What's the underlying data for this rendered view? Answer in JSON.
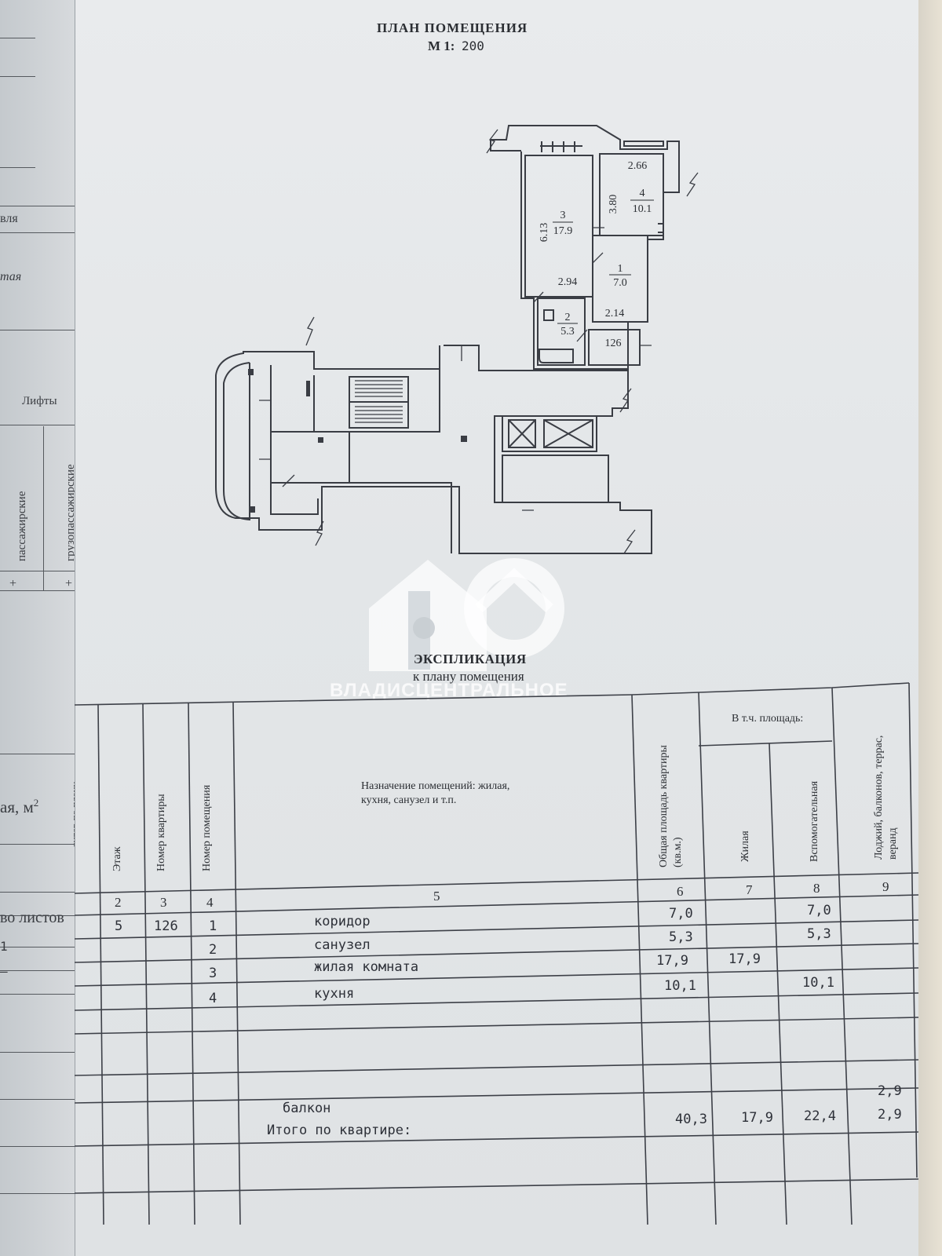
{
  "left_sheet": {
    "fragment_top": "вля",
    "fragment_mid": "тая",
    "lifts": "Лифты",
    "passenger": "пассажирские",
    "cargo": "грузопассажирские",
    "plus_a": "+",
    "plus_b": "+",
    "area_unit": "ая, м",
    "area_sup": "2",
    "by_plan": "литер по плану",
    "sheets": "во листов",
    "row_a": "1",
    "row_b": "–"
  },
  "header": {
    "title": "ПЛАН ПОМЕЩЕНИЯ",
    "scale_label": "М 1:",
    "scale_value": "200"
  },
  "plan": {
    "rooms": [
      {
        "number": "3",
        "area": "17.9"
      },
      {
        "number": "4",
        "area": "10.1"
      },
      {
        "number": "1",
        "area": "7.0"
      },
      {
        "number": "2",
        "area": "5.3"
      }
    ],
    "dimensions": [
      "6.13",
      "2.94",
      "2.66",
      "3.80",
      "2.14"
    ],
    "apartment": "126"
  },
  "watermark": {
    "text": "ВЛАДИСЦЕНТРАЛЬНОЕ"
  },
  "explication": {
    "title": "ЭКСПЛИКАЦИЯ",
    "subtitle": "к плану помещения"
  },
  "table": {
    "headers": {
      "floor": "Этаж",
      "apartment_no": "Номер квартиры",
      "room_no": "Номер помещения",
      "purpose_line1": "Назначение помещений: жилая,",
      "purpose_line2": "кухня, санузел и т.п.",
      "total_line1": "Общая площадь квартиры",
      "total_line2": "(кв.м.)",
      "incl": "В т.ч. площадь:",
      "living": "Жилая",
      "auxiliary": "Вспомогательная",
      "balcony_line1": "Лоджий, балконов, террас,",
      "balcony_line2": "веранд"
    },
    "col_numbers": [
      "2",
      "3",
      "4",
      "5",
      "6",
      "7",
      "8",
      "9"
    ],
    "rows": [
      {
        "floor": "5",
        "apt": "126",
        "room": "1",
        "name": "коридор",
        "total": "7,0",
        "living": "",
        "aux": "7,0",
        "balcony": ""
      },
      {
        "floor": "",
        "apt": "",
        "room": "2",
        "name": "санузел",
        "total": "5,3",
        "living": "",
        "aux": "5,3",
        "balcony": ""
      },
      {
        "floor": "",
        "apt": "",
        "room": "3",
        "name": "жилая комната",
        "total": "17,9",
        "living": "17,9",
        "aux": "",
        "balcony": ""
      },
      {
        "floor": "",
        "apt": "",
        "room": "4",
        "name": "кухня",
        "total": "10,1",
        "living": "",
        "aux": "10,1",
        "balcony": ""
      }
    ],
    "balcony_value": "2,9",
    "balcony_label": "балкон",
    "total_label": "Итого по квартире:",
    "totals": {
      "total": "40,3",
      "living": "17,9",
      "aux": "22,4",
      "balcony": "2,9"
    }
  }
}
